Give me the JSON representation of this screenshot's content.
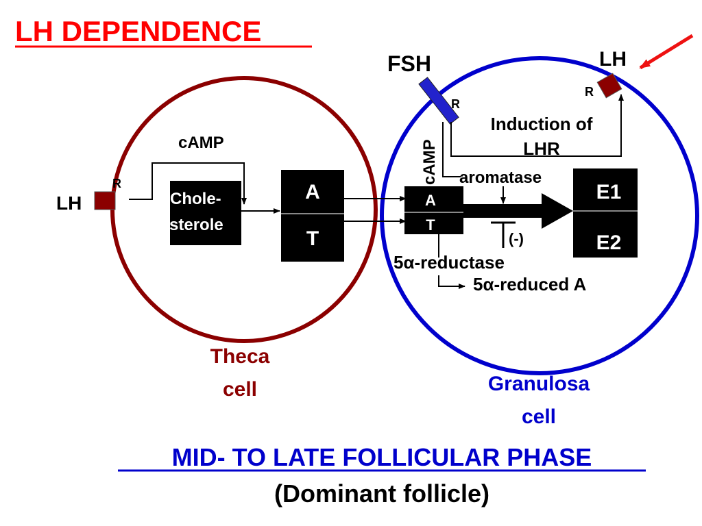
{
  "title": "LH DEPENDENCE",
  "subtitle": "MID- TO LATE FOLLICULAR PHASE",
  "subtitle_note": "(Dominant follicle)",
  "colors": {
    "title_red": "#ff0000",
    "theca": "#8b0000",
    "granulosa": "#0000cc",
    "box": "#000000",
    "receptor": "#8b0000",
    "fsh_receptor": "#2222cc",
    "pointer_arrow": "#ee1111"
  },
  "theca": {
    "label_line1": "Theca",
    "label_line2": "cell",
    "lh_label": "LH",
    "receptor_label": "R",
    "camp_label": "cAMP",
    "cholesterol_line1": "Chole-",
    "cholesterol_line2": "sterole",
    "box_top": "A",
    "box_bottom": "T"
  },
  "granulosa": {
    "label_line1": "Granulosa",
    "label_line2": "cell",
    "fsh_label": "FSH",
    "fsh_receptor_label": "R",
    "lh_label": "LH",
    "lh_receptor_label": "R",
    "camp_label": "cAMP",
    "induction_line1": "Induction of",
    "induction_line2": "LHR",
    "aromatase_label": "aromatase",
    "box_top": "A",
    "box_bottom": "T",
    "e1_label": "E1",
    "e2_label": "E2",
    "inhibit_label": "(-)",
    "reductase_label": "5α-reductase",
    "reduced_label": "5α-reduced A"
  }
}
